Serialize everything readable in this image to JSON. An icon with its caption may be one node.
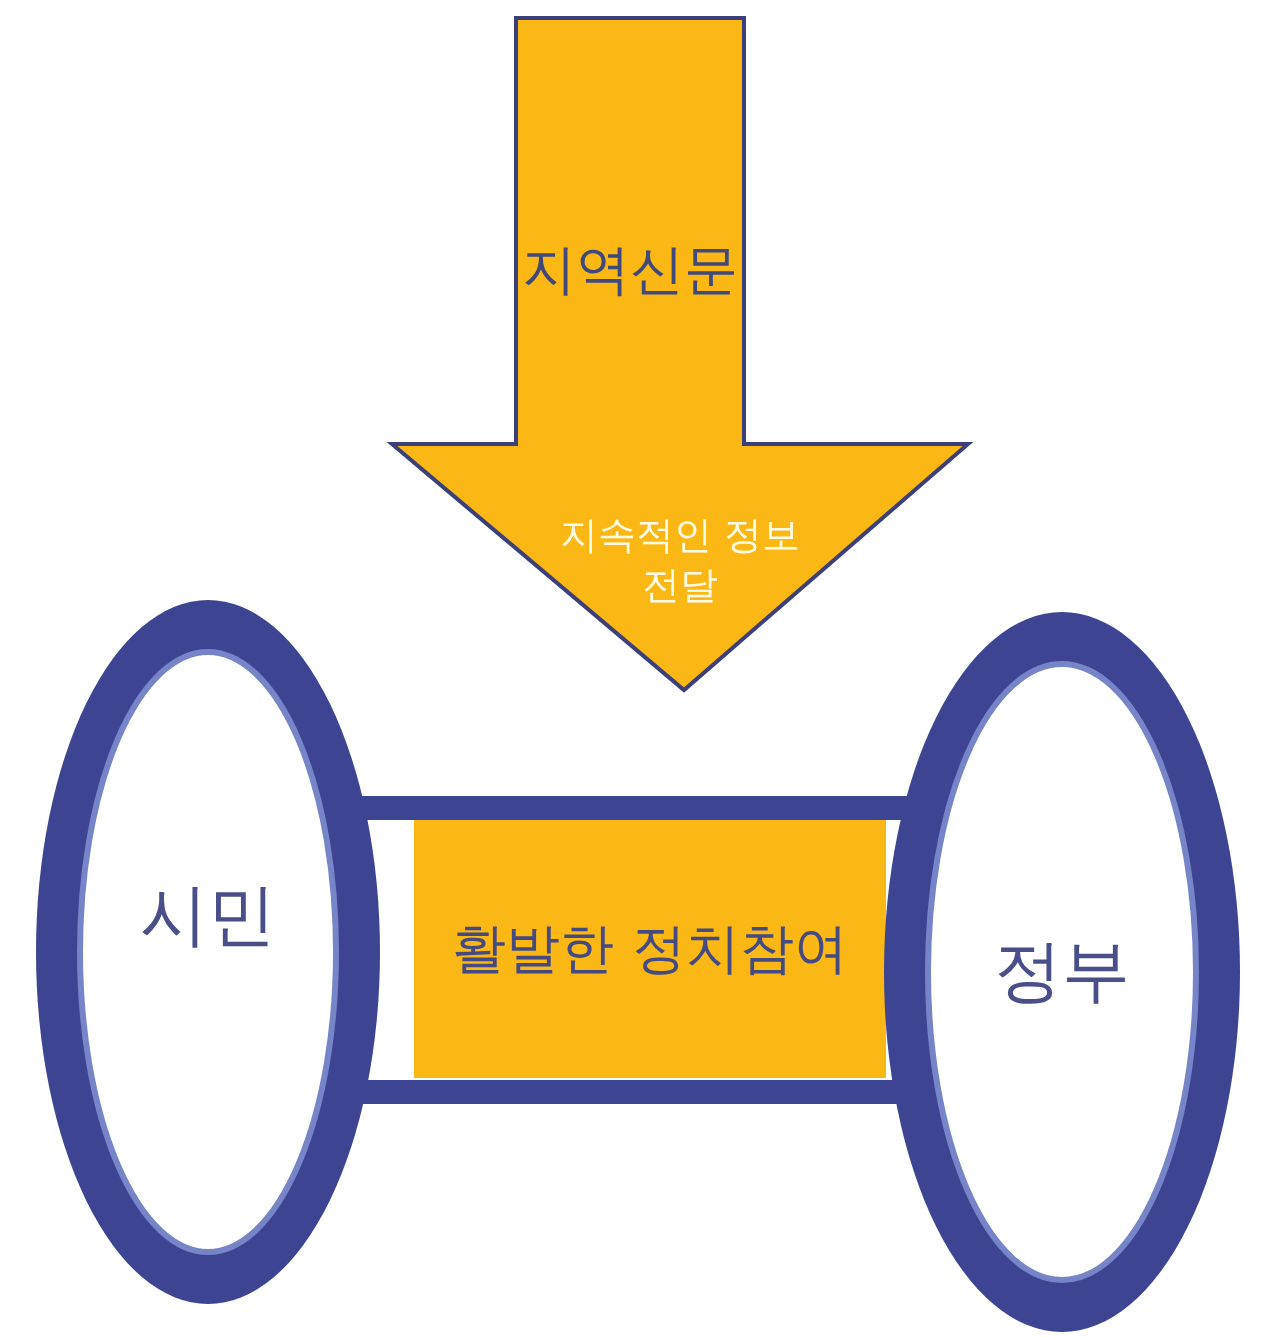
{
  "diagram": {
    "nodes": [
      {
        "text": [
          "지역신문",
          "지속적인 정보 전달"
        ]
      },
      {
        "text": [
          "시민"
        ]
      },
      {
        "text": [
          "활발한 정치참여"
        ]
      },
      {
        "text": [
          "정부"
        ]
      }
    ],
    "edges": [
      {
        "from": 1,
        "to": 3,
        "arrow": "none"
      },
      {
        "from": 1,
        "to": 3,
        "arrow": "none"
      }
    ]
  }
}
